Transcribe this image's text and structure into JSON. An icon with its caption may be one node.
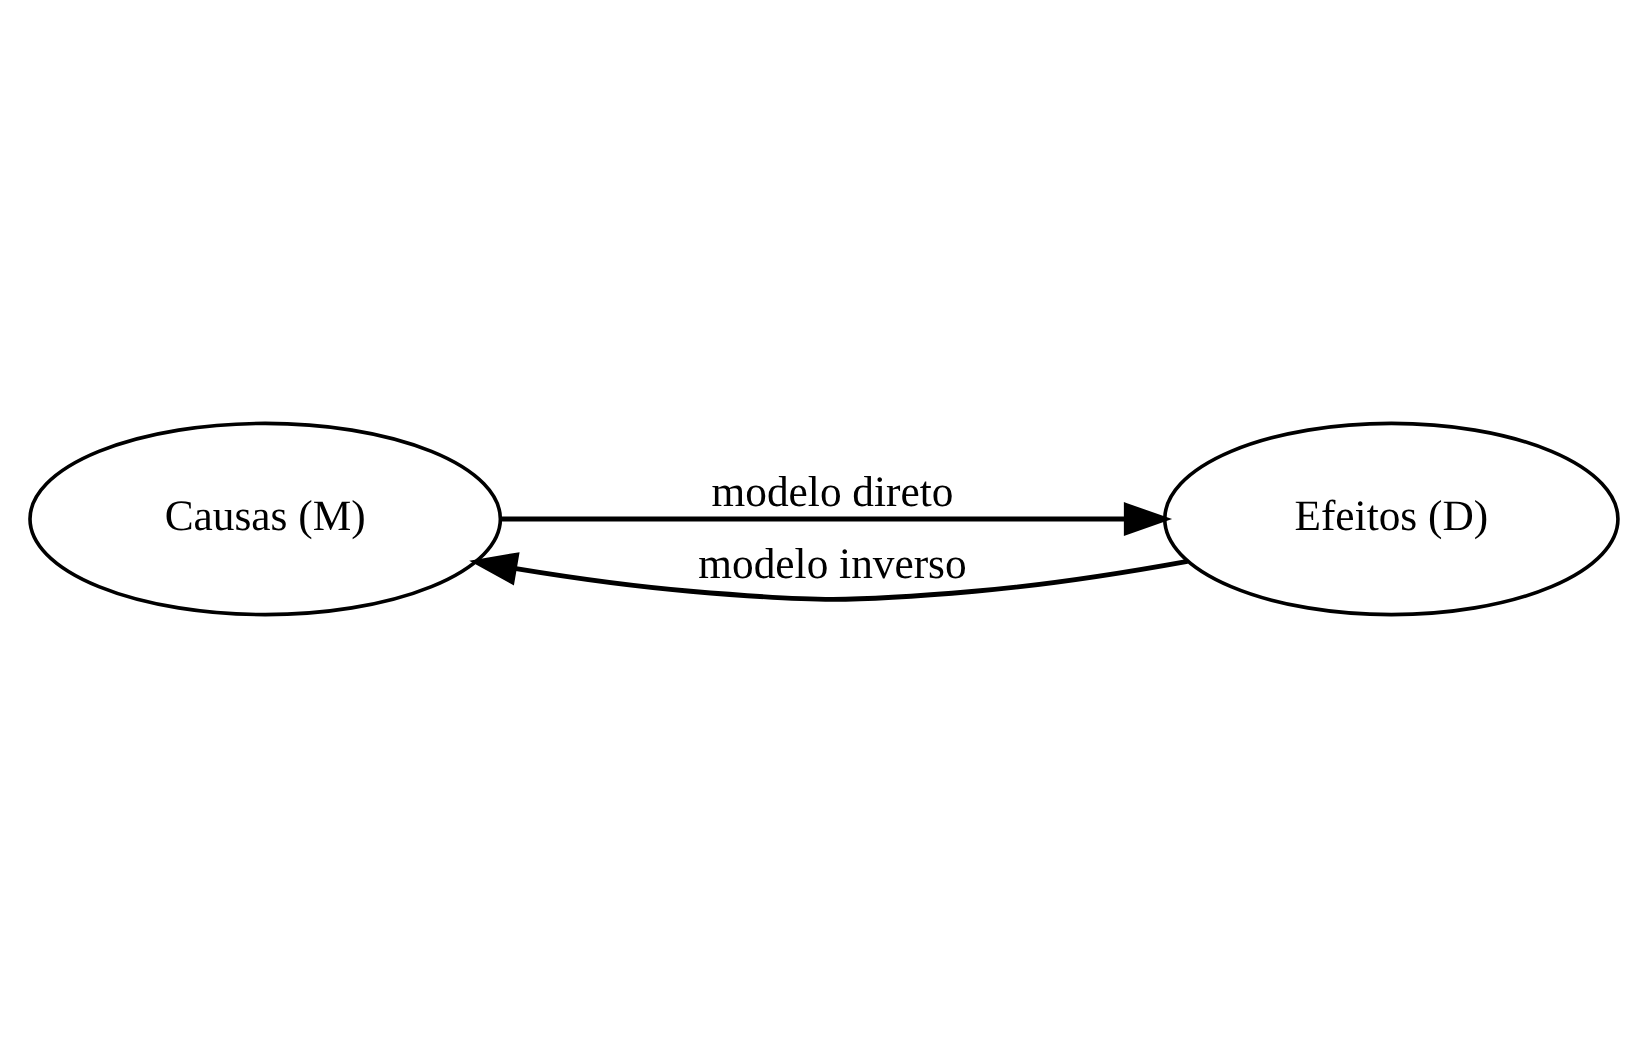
{
  "diagram": {
    "nodes": [
      {
        "text": [
          "Causas (M)"
        ]
      },
      {
        "text": [
          "Efeitos (D)"
        ]
      }
    ],
    "edges": [
      {
        "from": 0,
        "to": 1,
        "arrow": "to",
        "label": "modelo direto"
      },
      {
        "from": 1,
        "to": 0,
        "arrow": "to",
        "label": "modelo inverso"
      }
    ]
  }
}
